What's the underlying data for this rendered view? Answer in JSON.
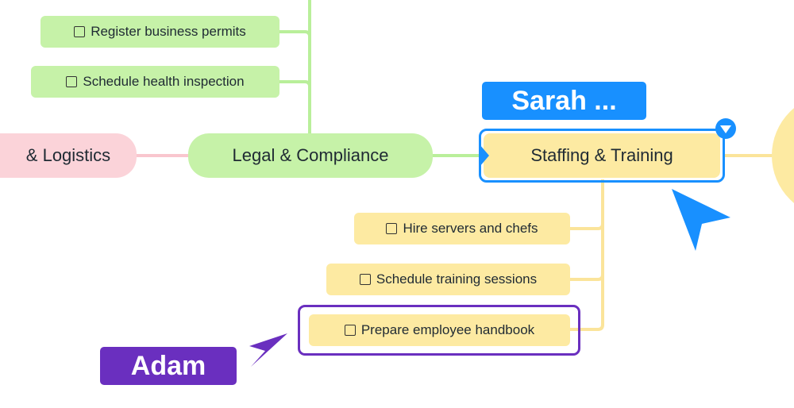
{
  "mindmap": {
    "nodes": {
      "logistics": "& Logistics",
      "legal": "Legal & Compliance",
      "staffing": "Staffing & Training"
    },
    "legal_tasks": [
      "Register business permits",
      "Schedule health inspection"
    ],
    "staffing_tasks": [
      "Hire servers and chefs",
      "Schedule training sessions",
      "Prepare employee handbook"
    ]
  },
  "collaborators": [
    {
      "name": "Sarah ...",
      "color": "#1890ff"
    },
    {
      "name": "Adam",
      "color": "#6a2fbf"
    }
  ],
  "colors": {
    "green_branch": "#b9ef9a",
    "yellow_branch": "#fbe49a",
    "pink_branch": "#f9c6ce"
  }
}
